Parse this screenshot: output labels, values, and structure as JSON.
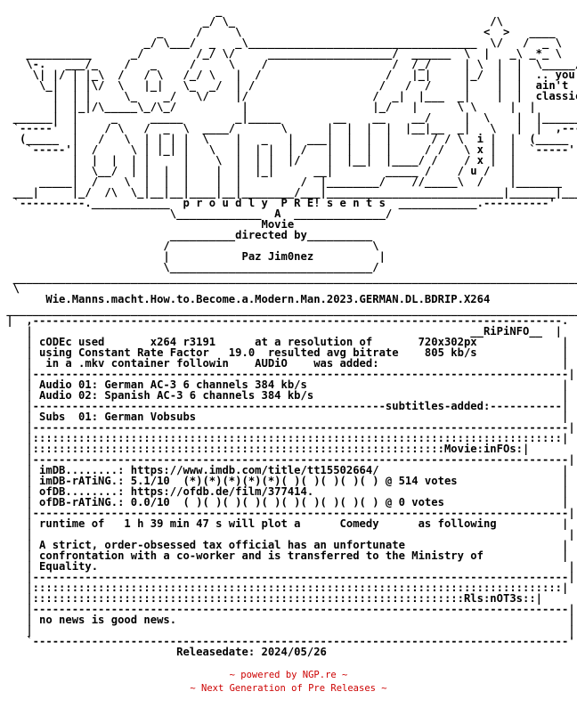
{
  "nfo_text": "                                 _\n                               _/ \\_                                       /\\\n                        _     /     \\                                     <  >   ____\n                      _/ \\___/  _   _\\___________________________________  \\/   /  _ \\\n    __________      _/        /_/ \\/     ___________________/  ______  \\  |   _\\ _*_ \\\n    \\-.   ___/_    /   _     /     \\    /                   /  /_/     | \\  |  |  \\_____/\n     \\| |/ | |_\\  /   / \\   /_/ \\   |  /                   /   |_|     |_/  |  |  .. you\n      \\_|  | |\\/  \\   |_|   \\_  _/  | /                   /   /  /     |    |  |  ain't\n        |  | |     \\_    _/   \\/    |/                   /  _|  |___  _|    |  |  classic!\n        |  |_|/\\_____\\_/\\_/          |                   |_/   |      \\ \\     |  |\n  ______|  |     _     _____        _|_____        __    __    __/     |  \\    |  |_________\n  `-----'  |    / \\   /  _  \\  ____/       \\      |  |  |  |  |__|__  _|   \\   |  |  ,------'\n   (_____  |   /   \\  | | | |  \\    |   _   |  ___|  |  |  |      / / \\  i |  |  (_____\n    `-----'|  /     \\ | |_| |   \\   |  | |  | /   |  |  |  |     / /   \\ x |  |  `-----'\n           |  |  |  | |     |    \\  |  | |  |/    |  |__|  |____/ /    / x |  |\n           |  \\__/  | |  |  |    |  |  |_|      __|        _____ /    / u /   |\n      _____|  /    \\  |  |  |    |  |         /  |________/    //_____\\  /    |_______\n  ___|     |_/  /\\  \\_|__|__|____|__|________/___|___________________________|_______|________\n  `----------.____________  p r o u d l y  P R E! s e n t s  ____________.----------'\n                          \\_____________  A  ______________/\n                                        Movie\n                          __________directed by__________\n                         /                               \\\n                         |           Paz Jim0nez          |\n                         \\_______________________________/\n  _______________________________________________________________________________________\n  \\\n       Wie.Manns.macht.How.to.Become.a.Modern.Man.2023.GERMAN.DL.BDRIP.X264\n _________________________________________________________________________________________\n |  ,---------------------------------------------------------------------------------.  |\n    |                                                                   __RiPiNFO__  |\n    | cODEc used       x264 r3191      at a resolution of       720x302px             |\n    | using Constant Rate Factor   19.0  resulted avg bitrate    805 kb/s             |\n    |  in a .mkv container followin    AUDiO    was added:                            |\n    |----------------------------------------------------------------------------------|\n    | Audio 01: German AC-3 6 channels 384 kb/s                                       |\n    | Audio 02: Spanish AC-3 6 channels 384 kb/s                                      |\n    |------------------------------------------------------subtitles-added:-----------|\n    | Subs  01: German Vobsubs                                                        |\n    |----------------------------------------------------------------------------------|\n    |:::::::::::::::::::::::::::::::::::::::::::::::::::::::::::::::::::::::::::::::::|\n    |:::::::::::::::::::::::::::::::::::::::::::::::::::::::::::::::Movie:inFOs:|\n    |----------------------------------------------------------------------------------|\n    | imDB........: https://www.imdb.com/title/tt15502664/                            |\n    | imDB-rATiNG.: 5.1/10  (*)(*)(*)(*)(*)( )( )( )( )( ) @ 514 votes                |\n    | ofDB........: https://ofdb.de/film/377414.                                      |\n    | ofDB-rATiNG.: 0.0/10  ( )( )( )( )( )( )( )( )( )( ) @ 0 votes                  |\n    |----------------------------------------------------------------------------------|\n    | runtime of   1 h 39 min 47 s will plot a      Comedy      as following          |\n    |                                                                                  |\n    | A strict, order-obsessed tax official has an unfortunate                        |\n    | confrontation with a co-worker and is transferred to the Ministry of            |\n    | Equality.                                                                        |\n    |----------------------------------------------------------------------------------|\n    |:::::::::::::::::::::::::::::::::::::::::::::::::::::::::::::::::::::::::::::::::|\n    |::::::::::::::::::::::::::::::::::::::::::::::::::::::::::::::::::Rls:nOT3s::|\n    |----------------------------------------------------------------------------------|\n    | no news is good news.                                                            |\n    |                                                                                  |\n    `----------------------------------------------------------------------------------'\n                           Releasedate: 2024/05/26",
  "footer": {
    "line1": "~ powered by NGP.re ~",
    "line2": "~ Next Generation of Pre Releases ~"
  },
  "colors": {
    "text": "#000000",
    "footer": "#cc0000",
    "background": "#ffffff"
  }
}
